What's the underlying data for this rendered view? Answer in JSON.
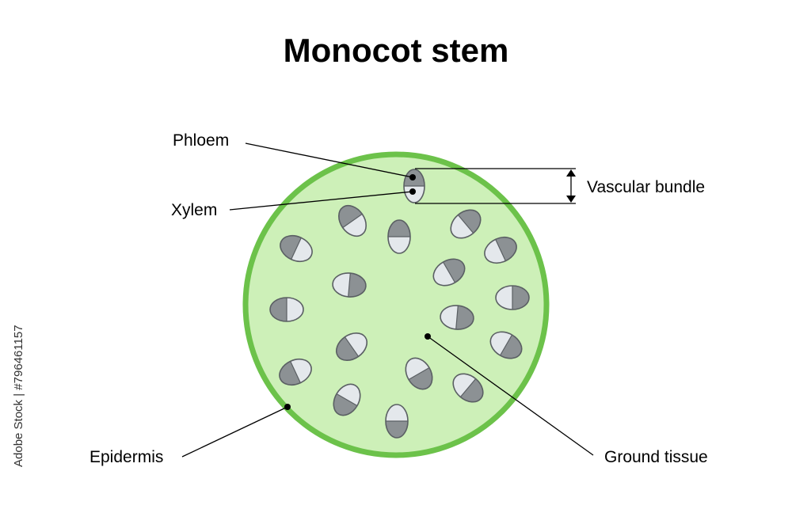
{
  "title": "Monocot stem",
  "labels": {
    "phloem": "Phloem",
    "xylem": "Xylem",
    "vascular_bundle": "Vascular bundle",
    "epidermis": "Epidermis",
    "ground_tissue": "Ground tissue"
  },
  "side_text": "Adobe Stock | #796461157",
  "colors": {
    "epidermis": "#6cc24a",
    "ground_tissue": "#cdf0b8",
    "phloem": "#8c9194",
    "xylem": "#e4e8ec"
  }
}
